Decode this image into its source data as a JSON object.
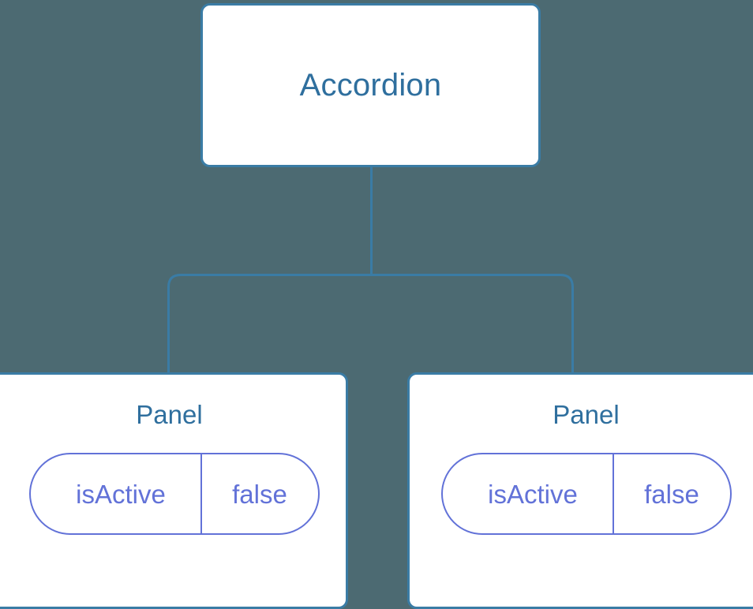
{
  "diagram": {
    "type": "component-tree",
    "background_color": "#4c6a72",
    "node_border_color": "#3a7ca5",
    "node_fill_color": "#ffffff",
    "node_title_color": "#2f6f9e",
    "state_accent_color": "#6272d8",
    "connector_color": "#3a7ca5",
    "root": {
      "label": "Accordion"
    },
    "children": [
      {
        "label": "Panel",
        "state": {
          "key": "isActive",
          "value": "false"
        }
      },
      {
        "label": "Panel",
        "state": {
          "key": "isActive",
          "value": "false"
        }
      }
    ]
  }
}
